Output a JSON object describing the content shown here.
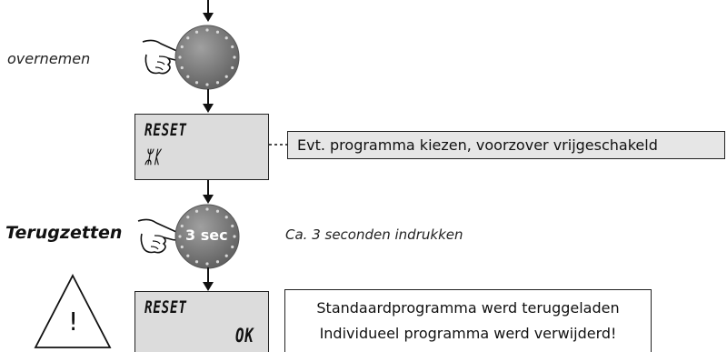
{
  "step_take_over": {
    "label": "overnemen",
    "knob_icon": "rotary-knob-icon"
  },
  "display_program": {
    "line1": "RESET",
    "line2": "ᛯᛕ"
  },
  "callout_program": {
    "text": "Evt. programma kiezen, voorzover vrijgeschakeld"
  },
  "step_reset": {
    "label": "Terugzetten",
    "knob_text": "3 sec",
    "instruction": "Ca. 3 seconden indrukken"
  },
  "display_ok": {
    "line1": "RESET",
    "line2": "OK"
  },
  "warning": {
    "icon": "warning-triangle-icon",
    "symbol": "!"
  },
  "result_box": {
    "line1": "Standaardprogramma werd teruggeladen",
    "line2": "Individueel programma werd verwijderd!"
  },
  "colors": {
    "display_bg": "#dcdcdc",
    "callout_bg": "#e6e6e6",
    "knob_gray": "#7a7a7a",
    "line": "#111111"
  }
}
